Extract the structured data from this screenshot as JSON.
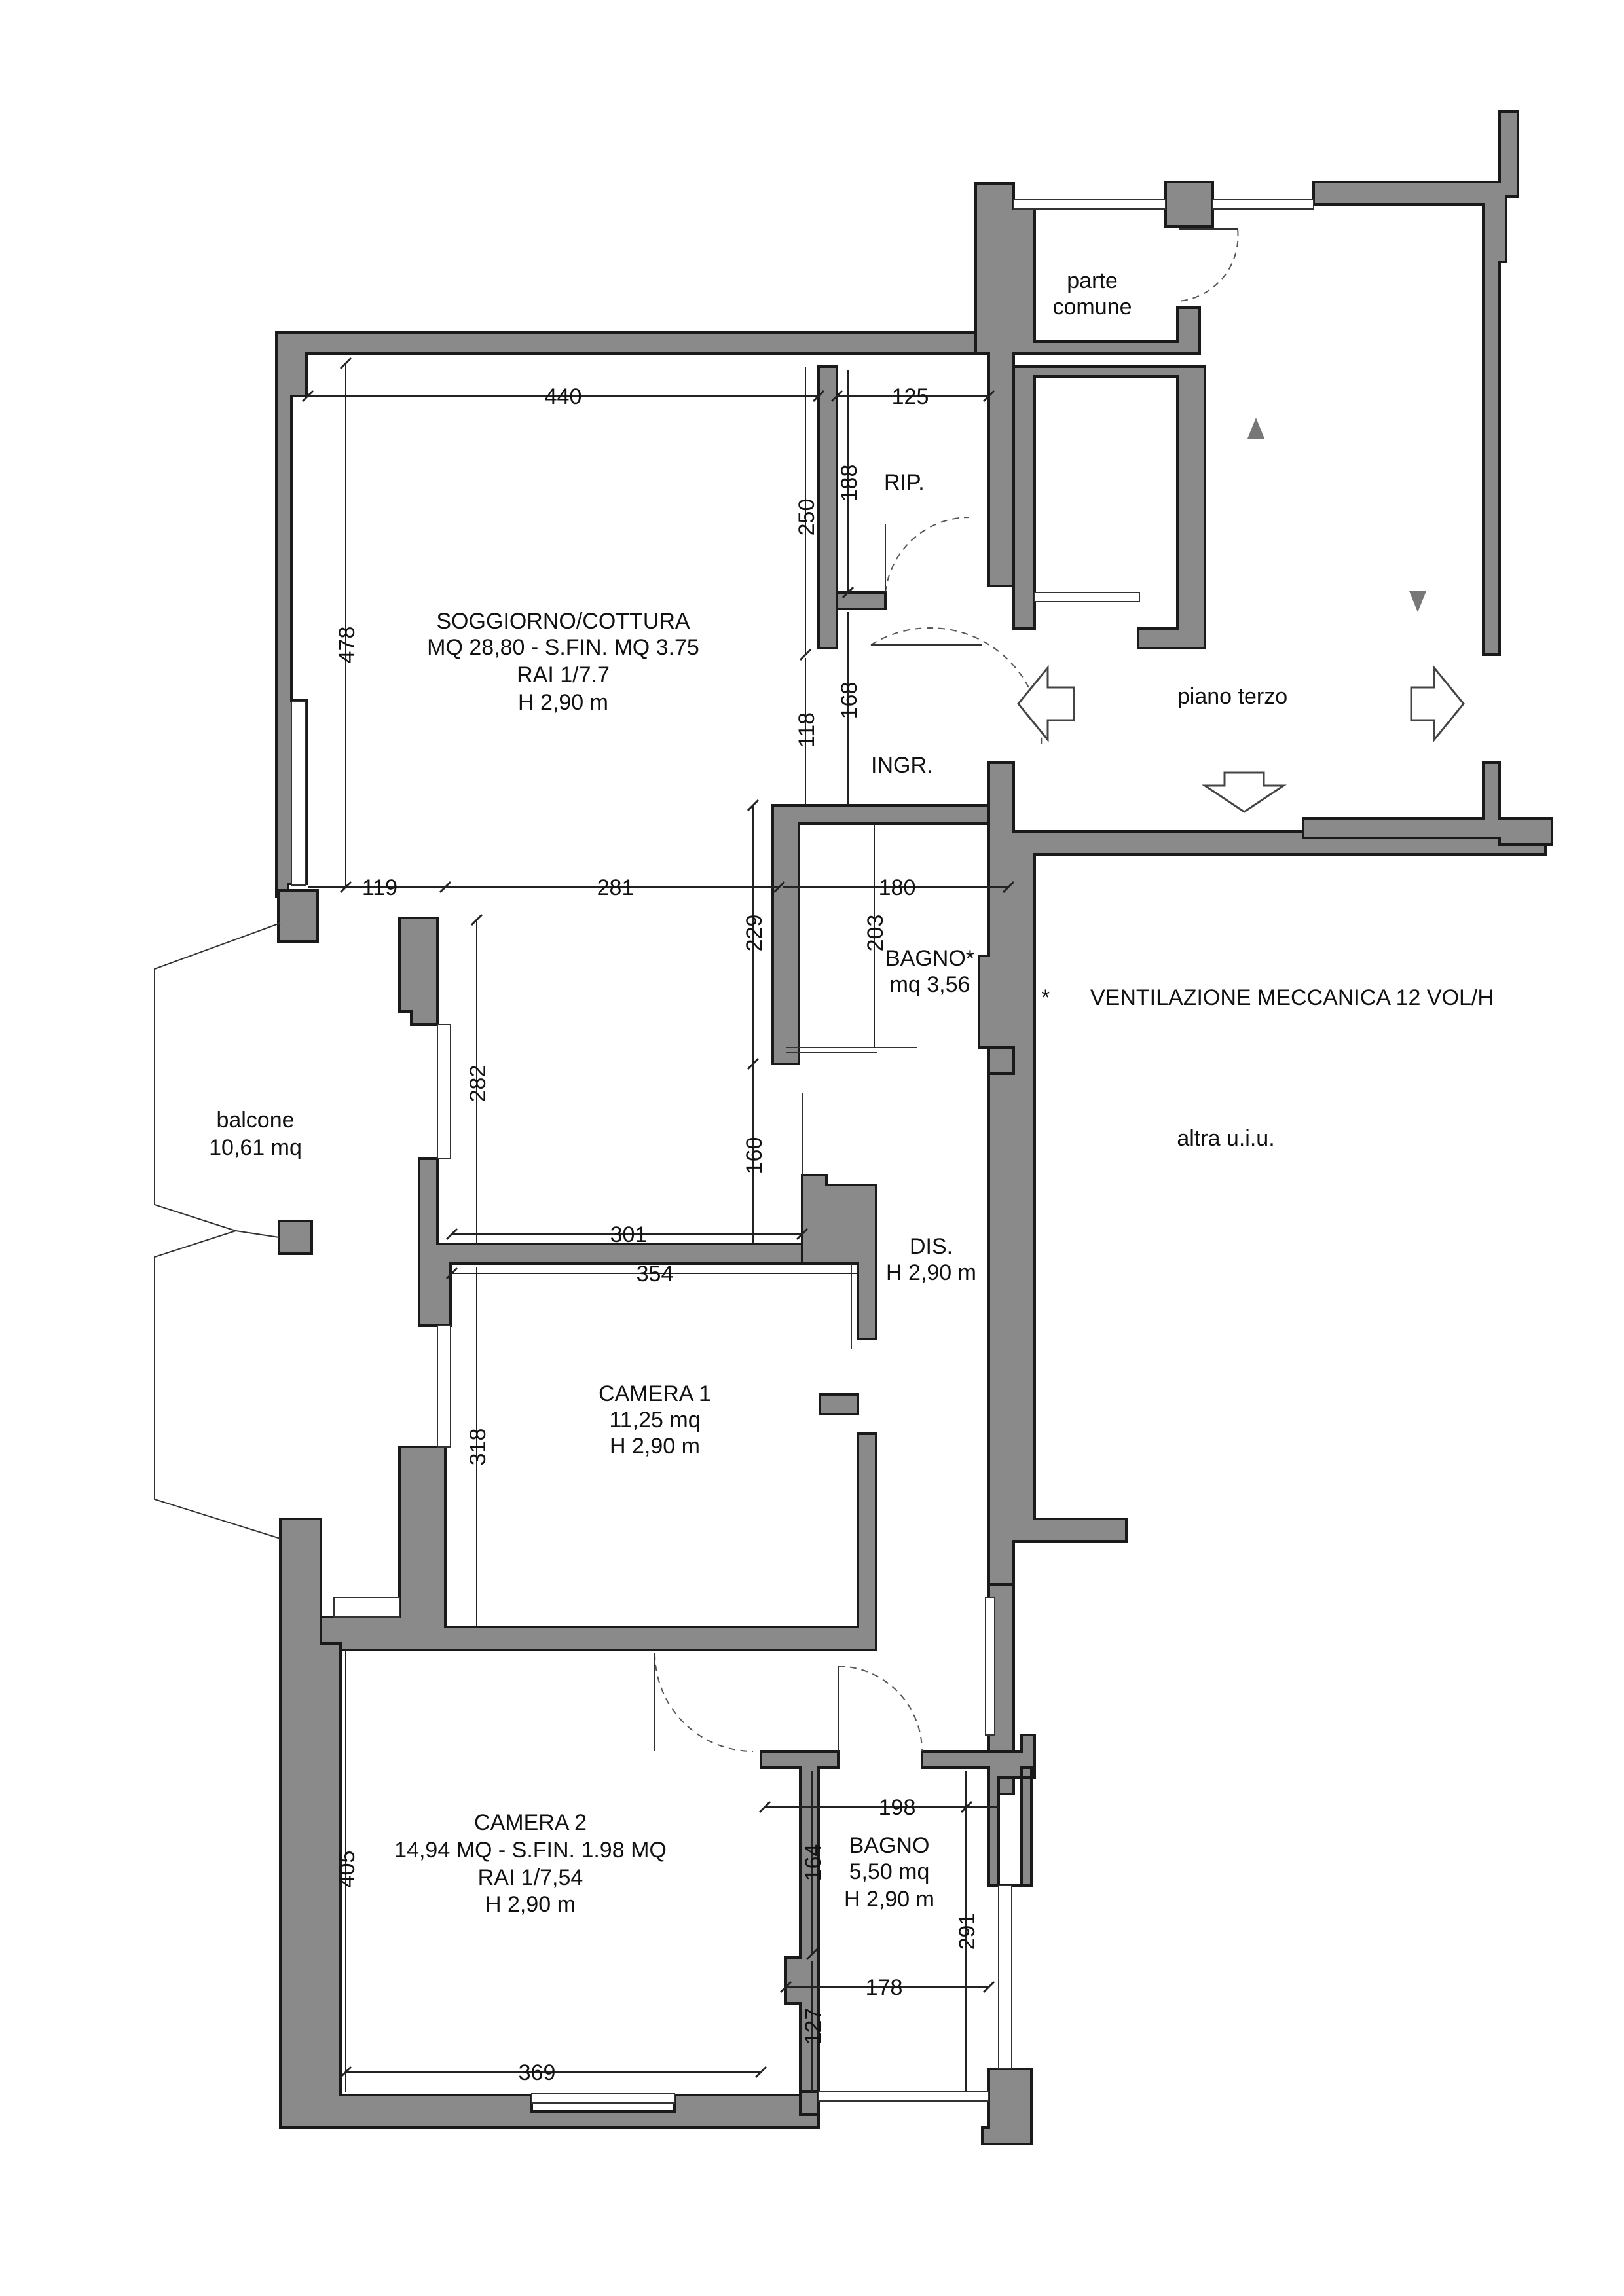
{
  "rooms": {
    "parte_comune": [
      "parte",
      "comune"
    ],
    "soggiorno": [
      "SOGGIORNO/COTTURA",
      "MQ 28,80 - S.FIN. MQ 3.75",
      "RAI 1/7.7",
      "H 2,90 m"
    ],
    "rip": "RIP.",
    "ingr": "INGR.",
    "piano_terzo": "piano terzo",
    "bagno_star": [
      "BAGNO*",
      "mq 3,56"
    ],
    "balcone": [
      "balcone",
      "10,61 mq"
    ],
    "dis": [
      "DIS.",
      "H 2,90 m"
    ],
    "camera1": [
      "CAMERA 1",
      "11,25 mq",
      "H 2,90 m"
    ],
    "camera2": [
      "CAMERA 2",
      "14,94 MQ - S.FIN. 1.98 MQ",
      "RAI 1/7,54",
      "H 2,90 m"
    ],
    "bagno": [
      "BAGNO",
      "5,50 mq",
      "H 2,90 m"
    ],
    "altra": "altra u.i.u."
  },
  "notes": {
    "ventilazione_star": "*",
    "ventilazione": "VENTILAZIONE MECCANICA 12 VOL/H"
  },
  "dimensions": {
    "d440": "440",
    "d125": "125",
    "d188": "188",
    "d250": "250",
    "d478": "478",
    "d118": "118",
    "d168": "168",
    "d119": "119",
    "d281": "281",
    "d180": "180",
    "d229": "229",
    "d203": "203",
    "d282": "282",
    "d160": "160",
    "d301": "301",
    "d354": "354",
    "d318": "318",
    "d405": "405",
    "d198": "198",
    "d164": "164",
    "d291": "291",
    "d178": "178",
    "d127": "127",
    "d369": "369"
  }
}
